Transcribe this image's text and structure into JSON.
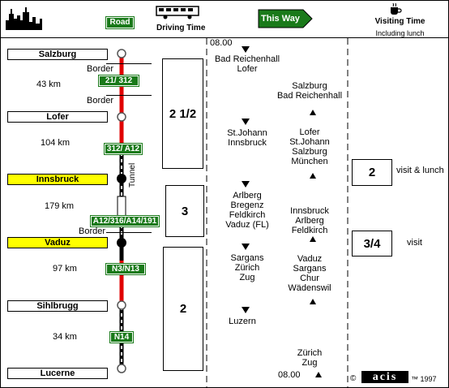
{
  "header": {
    "road_label": "Road",
    "driving_time_label": "Driving Time",
    "this_way_label": "This Way",
    "visiting_time_label": "Visiting Time",
    "including_lunch_label": "Including lunch"
  },
  "cities": {
    "salzburg": "Salzburg",
    "lofer": "Lofer",
    "innsbruck": "Innsbruck",
    "vaduz": "Vaduz",
    "sihlbrugg": "Sihlbrugg",
    "lucerne": "Lucerne"
  },
  "labels": {
    "border": "Border",
    "tunnel": "Tunnel"
  },
  "distances": {
    "d1": "43 km",
    "d2": "104 km",
    "d3": "179 km",
    "d4": "97 km",
    "d5": "34 km"
  },
  "road_signs": {
    "s1": "21/ 312",
    "s2": "312/ A12",
    "s3": "A12/316/A14/191",
    "s4": "N3/N13",
    "s5": "N14"
  },
  "driving_times": {
    "t1": "2 1/2",
    "t2": "3",
    "t3": "2"
  },
  "outbound": {
    "start_time": "08.00",
    "g1": "Bad Reichenhall\nLofer",
    "g2": "St.Johann\nInnsbruck",
    "g3": "Arlberg\nBregenz\nFeldkirch\nVaduz (FL)",
    "g4": "Sargans\nZürich\nZug",
    "g5": "Luzern"
  },
  "return": {
    "g1": "Salzburg\nBad Reichenhall",
    "g2": "Lofer\nSt.Johann\nSalzburg\nMünchen",
    "g3": "Innsbruck\nArlberg\nFeldkirch",
    "g4": "Vaduz\nSargans\nChur\nWädenswil",
    "g5": "Zürich\nZug",
    "end_time": "08.00"
  },
  "visits": {
    "v1_time": "2",
    "v1_label": "visit & lunch",
    "v2_time": "3/4",
    "v2_label": "visit"
  },
  "footer": {
    "copyright": "©",
    "logo_text": "acis",
    "year": "™ 1997"
  }
}
